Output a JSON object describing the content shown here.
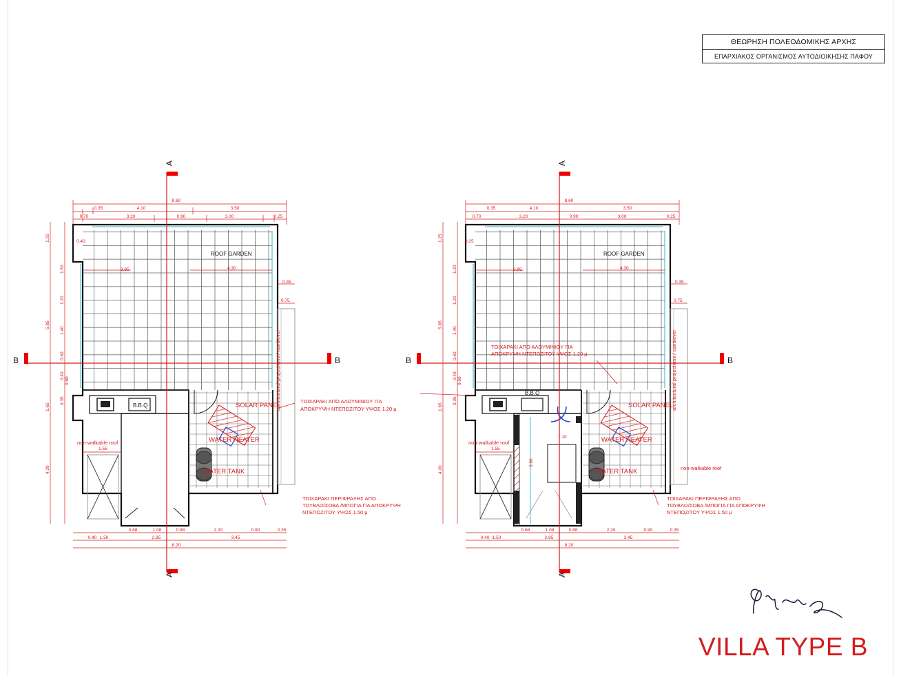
{
  "stamp": {
    "line1": "ΘΕΩΡΗΣΗ ΠΟΛΕΟΔΟΜΙΚΗΣ ΑΡΧΗΣ",
    "line2": "ΕΠΑΡΧΙΑΚΟΣ ΟΡΓΑΝΙΣΜΟΣ ΑΥΤΟΔΙΟΙΚΗΣΗΣ ΠΑΦΟΥ"
  },
  "title": "VILLA TYPE B",
  "section_marks": {
    "a": "A",
    "b": "B"
  },
  "plans": [
    {
      "labels": {
        "roof_garden": "ROOF GARDEN",
        "bbq": "B.B.Q",
        "solar_panel": "SOLAR PANEL",
        "water_heater": "WATER HEATER",
        "water_tank": "WATER TANK",
        "non_walkable": "non-walkable roof",
        "cantilever": "architectural projections / cantilever",
        "note_aluminium": "",
        "note_aluminium_2": "",
        "note_aluminium_b": "ΤΟΙΧΑΡΑΚΙ ΑΠΟ ΑΛΟΥΜΙΝΙΟΥ ΓΙΑ",
        "note_aluminium_b2": "ΑΠΟΚΡΥΨΗ ΝΤΕΠΟΖΙΤΟΥ ΥΨΟΣ 1.20 μ",
        "note_brick": "ΤΟΙΧΑΡΑΚΙ ΠΕΡΙΦΡΑΞΗΣ ΑΠΟ",
        "note_brick_2": "ΤΟΥΒΛΟ/ΣΟΒΑ /ΜΠΟΓΙΑ ΓΙΑ ΑΠΟΚΡΥΨΗ",
        "note_brick_3": "ΝΤΕΠΟΖΙΤΟΥ ΥΨΟΣ 1.50 μ"
      },
      "dims": {
        "top_total": "8.60",
        "top_a": "0.35",
        "top_b": "4.10",
        "top_c": "3.50",
        "top2_a": "0.70",
        "top2_b": "3.20",
        "top2_c": "0.90",
        "top2_d": "3.00",
        "top2_e": "0.25",
        "bot_a": "0.68",
        "bot_b": "1.08",
        "bot_c": "0.88",
        "bot_d": "2.20",
        "bot_e": "0.90",
        "bot_f": "0.35",
        "bot2_a": "0.40",
        "bot2_b": "1.50",
        "bot2_c": "2.85",
        "bot2_d": "3.45",
        "bot_total": "8.20",
        "left_a": "1.25",
        "left_b": "1.50",
        "left_c": "1.20",
        "left_d": "5.85",
        "left_e": "1.40",
        "left_f": "0.60",
        "left_g": "0.40",
        "left_h": "0.60",
        "left_i": "0.35",
        "left_j": "1.65",
        "left_k": "4.20",
        "in_a": "0.40",
        "in_b": "3.95",
        "in_c": "4.30",
        "in_d": "1.55",
        "right_a": "0.35",
        "right_b": "0.75"
      }
    },
    {
      "labels": {
        "roof_garden": "ROOF GARDEN",
        "bbq": "B.B.Q",
        "solar_panel": "SOLAR PANEL",
        "water_heater": "WATER HEATER",
        "water_tank": "WATER TANK",
        "non_walkable": "non-walkable roof",
        "non_walkable_2": "non-walkable roof",
        "cantilever": "architectural projections / cantilever",
        "note_aluminium": "ΤΟΙΧΑΡΑΚΙ ΑΠΟ ΑΛΟΥΜΙΝΙΟΥ ΓΙΑ",
        "note_aluminium_2": "ΑΠΟΚΡΥΨΗ ΝΤΕΠΟΖΙΤΟΥ ΥΨΟΣ 1.20 μ",
        "note_brick": "ΤΟΙΧΑΡΑΚΙ ΠΕΡΙΦΡΑΞΗΣ ΑΠΟ",
        "note_brick_2": "ΤΟΥΒΛΟ/ΣΟΒΑ /ΜΠΟΓΙΑ ΓΙΑ ΑΠΟΚΡΥΨΗ",
        "note_brick_3": "ΝΤΕΠΟΖΙΤΟΥ ΥΨΟΣ 1.50 μ"
      },
      "dims": {
        "top_total": "8.60",
        "top_a": "0.35",
        "top_b": "4.10",
        "top_c": "3.50",
        "top2_a": "0.70",
        "top2_b": "3.20",
        "top2_c": "0.90",
        "top2_d": "3.00",
        "top2_e": "0.25",
        "bot_a": "0.68",
        "bot_b": "1.08",
        "bot_c": "0.88",
        "bot_d": "2.20",
        "bot_e": "0.90",
        "bot_f": "0.35",
        "bot2_a": "0.40",
        "bot2_b": "1.50",
        "bot2_c": "2.85",
        "bot2_d": "3.45",
        "bot_total": "8.20",
        "left_a": "1.25",
        "left_b": "1.20",
        "left_c": "1.20",
        "left_d": "5.85",
        "left_e": "1.40",
        "left_f": "0.60",
        "left_g": "0.40",
        "left_h": "0.60",
        "left_i": "0.35",
        "left_j": "1.65",
        "left_k": "4.20",
        "in_a": "0.25",
        "in_b": "3.95",
        "in_c": "4.30",
        "in_d": "1.55",
        "in_e": "1.10",
        "in_f": "3.90",
        "right_a": "0.35",
        "right_b": "0.75"
      }
    }
  ]
}
